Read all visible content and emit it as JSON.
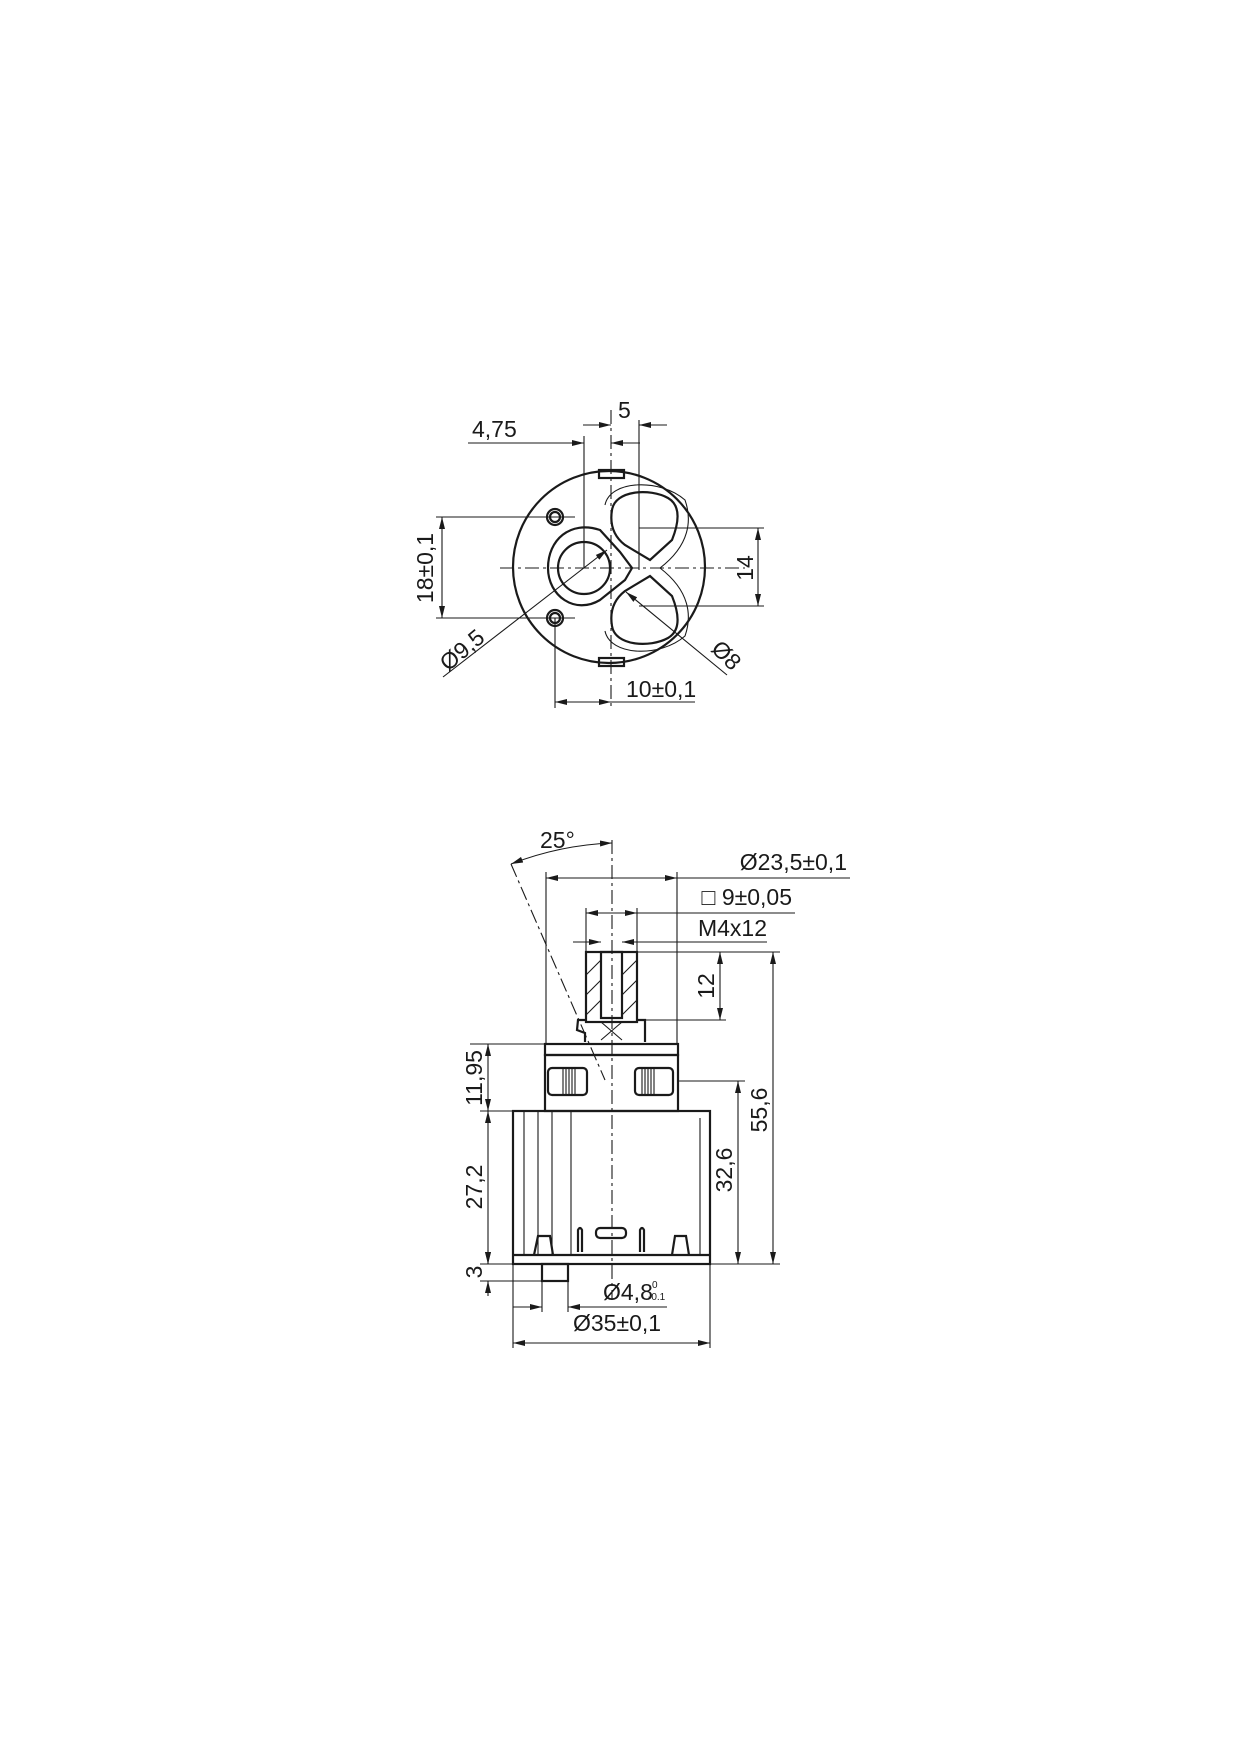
{
  "top_view": {
    "dim_port_offset": "4,75",
    "dim_port_spacing": "5",
    "dim_hole_pitch": "18±0,1",
    "dim_outlet_pitch": "14",
    "dim_inlet_diameter": "Ø9,5",
    "dim_outlet_diameter": "Ø8",
    "dim_hole_offset": "10±0,1"
  },
  "side_view": {
    "dim_angle": "25°",
    "dim_cap_diameter": "Ø23,5±0,1",
    "dim_stem_square": "□ 9±0,05",
    "dim_thread": "M4x12",
    "dim_stem_height": "12",
    "dim_total_height": "55,6",
    "dim_cap_height": "11,95",
    "dim_body_height": "27,2",
    "dim_lower_height": "32,6",
    "dim_pin_height": "3",
    "dim_pin_diameter": "Ø4,8",
    "dim_pin_tol_upper": "0",
    "dim_pin_tol_lower": "-0.1",
    "dim_body_diameter": "Ø35±0,1"
  }
}
